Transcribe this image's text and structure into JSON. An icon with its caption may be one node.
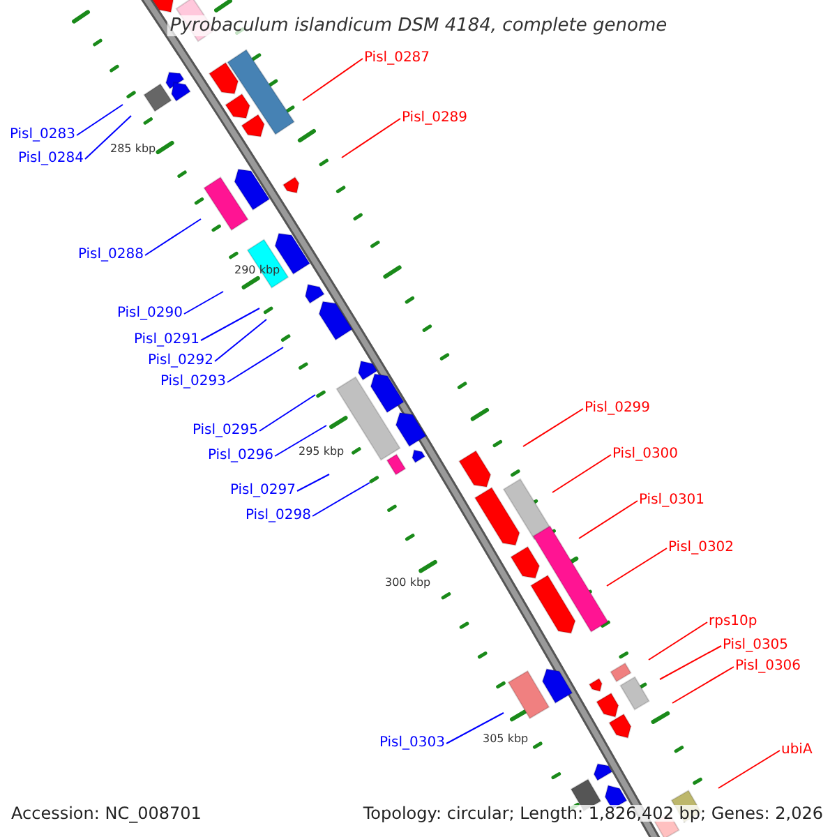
{
  "diagram": {
    "title": "Pyrobaculum islandicum DSM 4184, complete genome",
    "nodes": [
      {
        "text": [
          "Pisl_0287"
        ]
      },
      {
        "text": [
          "Pisl_0289"
        ]
      },
      {
        "text": [
          "Pisl_0283"
        ]
      },
      {
        "text": [
          "Pisl_0284"
        ]
      },
      {
        "text": [
          "Pisl_0288"
        ]
      },
      {
        "text": [
          "Pisl_0290"
        ]
      },
      {
        "text": [
          "Pisl_0291"
        ]
      },
      {
        "text": [
          "Pisl_0292"
        ]
      },
      {
        "text": [
          "Pisl_0293"
        ]
      },
      {
        "text": [
          "Pisl_0299"
        ]
      },
      {
        "text": [
          "Pisl_0295"
        ]
      },
      {
        "text": [
          "Pisl_0300"
        ]
      },
      {
        "text": [
          "Pisl_0296"
        ]
      },
      {
        "text": [
          "Pisl_0297"
        ]
      },
      {
        "text": [
          "Pisl_0301"
        ]
      },
      {
        "text": [
          "Pisl_0298"
        ]
      },
      {
        "text": [
          "Pisl_0302"
        ]
      },
      {
        "text": [
          "rps10p"
        ]
      },
      {
        "text": [
          "Pisl_0305"
        ]
      },
      {
        "text": [
          "Pisl_0306"
        ]
      },
      {
        "text": [
          "Pisl_0303"
        ]
      },
      {
        "text": [
          "ubiA"
        ]
      }
    ],
    "edges": [
      {
        "from": 0,
        "to": null,
        "arrow": "none",
        "color": "#ff0000"
      },
      {
        "from": 1,
        "to": null,
        "arrow": "none",
        "color": "#ff0000"
      },
      {
        "from": 2,
        "to": null,
        "arrow": "none"
      },
      {
        "from": 3,
        "to": null,
        "arrow": "none"
      },
      {
        "from": 4,
        "to": null,
        "arrow": "none"
      },
      {
        "from": 5,
        "to": null,
        "arrow": "none"
      },
      {
        "from": 6,
        "to": null,
        "arrow": "none"
      },
      {
        "from": 7,
        "to": null,
        "arrow": "none"
      },
      {
        "from": 8,
        "to": null,
        "arrow": "none"
      },
      {
        "from": 9,
        "to": null,
        "arrow": "none",
        "color": "#ff0000"
      },
      {
        "from": 10,
        "to": null,
        "arrow": "none"
      },
      {
        "from": 11,
        "to": null,
        "arrow": "none",
        "color": "#ff0000"
      },
      {
        "from": 12,
        "to": null,
        "arrow": "none"
      },
      {
        "from": 13,
        "to": null,
        "arrow": "none"
      },
      {
        "from": 14,
        "to": null,
        "arrow": "none",
        "color": "#ff0000"
      },
      {
        "from": 15,
        "to": null,
        "arrow": "none"
      },
      {
        "from": 16,
        "to": null,
        "arrow": "none",
        "color": "#ff0000"
      },
      {
        "from": 17,
        "to": null,
        "arrow": "none",
        "color": "#ff0000"
      },
      {
        "from": 18,
        "to": null,
        "arrow": "none",
        "color": "#ff0000"
      },
      {
        "from": 19,
        "to": null,
        "arrow": "none",
        "color": "#ff0000"
      },
      {
        "from": 20,
        "to": null,
        "arrow": "none"
      },
      {
        "from": 21,
        "to": null,
        "arrow": "none",
        "color": "#ff0000"
      }
    ],
    "labels": [
      "285 kbp",
      "290 kbp",
      "295 kbp",
      "300 kbp",
      "305 kbp",
      "Accession: NC_008701",
      "Topology: circular; Length: 1,826,402 bp; Genes: 2,026"
    ]
  }
}
